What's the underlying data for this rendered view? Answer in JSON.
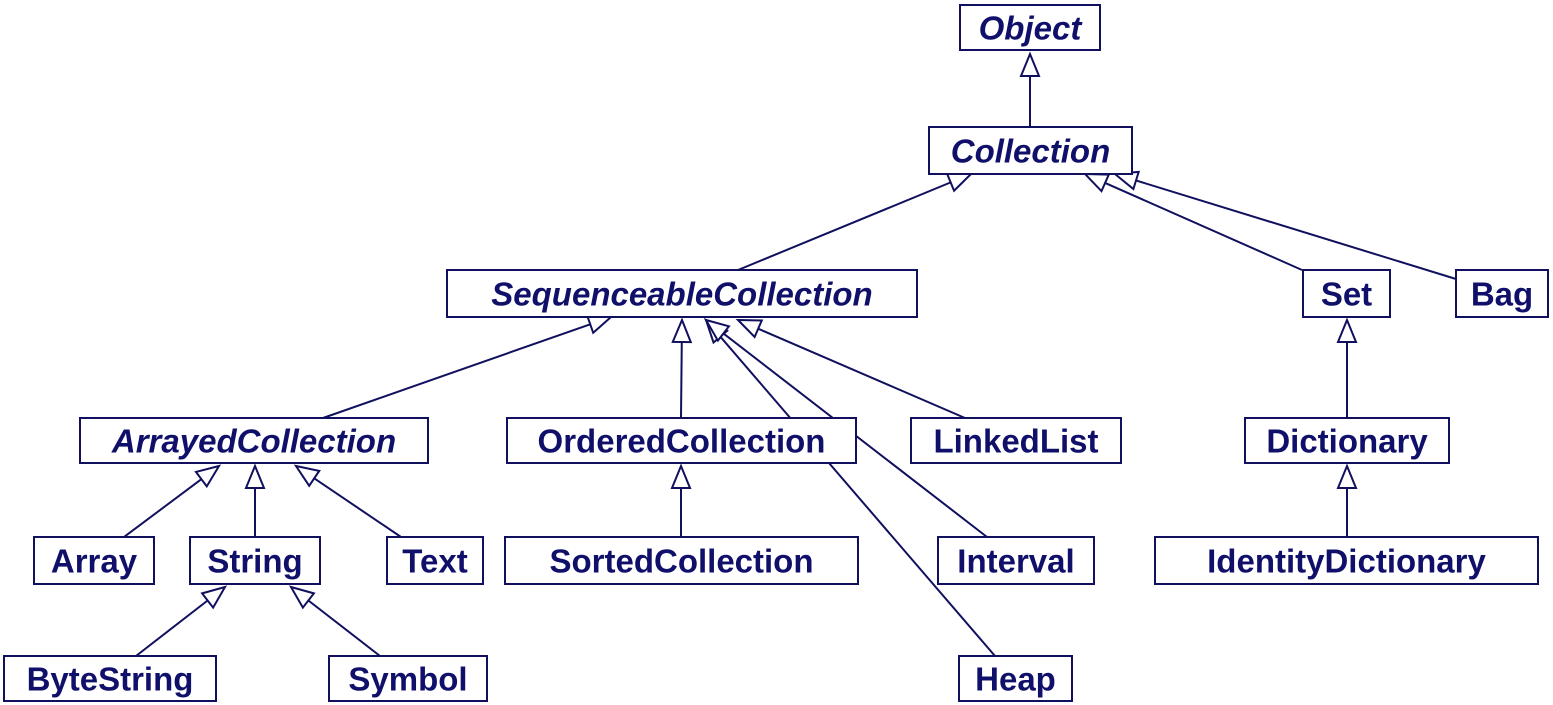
{
  "colors": {
    "ink": "#10105e",
    "text": "#10106b",
    "background": "#ffffff"
  },
  "classes": [
    {
      "id": "object",
      "label": "Object",
      "abstract": true
    },
    {
      "id": "collection",
      "label": "Collection",
      "abstract": true
    },
    {
      "id": "sequenceable",
      "label": "SequenceableCollection",
      "abstract": true
    },
    {
      "id": "set",
      "label": "Set",
      "abstract": false
    },
    {
      "id": "bag",
      "label": "Bag",
      "abstract": false
    },
    {
      "id": "arrayed",
      "label": "ArrayedCollection",
      "abstract": true
    },
    {
      "id": "ordered",
      "label": "OrderedCollection",
      "abstract": false
    },
    {
      "id": "linkedlist",
      "label": "LinkedList",
      "abstract": false
    },
    {
      "id": "dictionary",
      "label": "Dictionary",
      "abstract": false
    },
    {
      "id": "array",
      "label": "Array",
      "abstract": false
    },
    {
      "id": "string",
      "label": "String",
      "abstract": false
    },
    {
      "id": "text",
      "label": "Text",
      "abstract": false
    },
    {
      "id": "sorted",
      "label": "SortedCollection",
      "abstract": false
    },
    {
      "id": "interval",
      "label": "Interval",
      "abstract": false
    },
    {
      "id": "identitydict",
      "label": "IdentityDictionary",
      "abstract": false
    },
    {
      "id": "bytestring",
      "label": "ByteString",
      "abstract": false
    },
    {
      "id": "symbol",
      "label": "Symbol",
      "abstract": false
    },
    {
      "id": "heap",
      "label": "Heap",
      "abstract": false
    }
  ],
  "inheritance": [
    {
      "child": "collection",
      "parent": "object"
    },
    {
      "child": "sequenceable",
      "parent": "collection"
    },
    {
      "child": "set",
      "parent": "collection"
    },
    {
      "child": "bag",
      "parent": "collection"
    },
    {
      "child": "arrayed",
      "parent": "sequenceable"
    },
    {
      "child": "ordered",
      "parent": "sequenceable"
    },
    {
      "child": "heap",
      "parent": "sequenceable"
    },
    {
      "child": "interval",
      "parent": "sequenceable"
    },
    {
      "child": "linkedlist",
      "parent": "sequenceable"
    },
    {
      "child": "dictionary",
      "parent": "set"
    },
    {
      "child": "identitydict",
      "parent": "dictionary"
    },
    {
      "child": "array",
      "parent": "arrayed"
    },
    {
      "child": "string",
      "parent": "arrayed"
    },
    {
      "child": "text",
      "parent": "arrayed"
    },
    {
      "child": "sorted",
      "parent": "ordered"
    },
    {
      "child": "bytestring",
      "parent": "string"
    },
    {
      "child": "symbol",
      "parent": "string"
    }
  ]
}
